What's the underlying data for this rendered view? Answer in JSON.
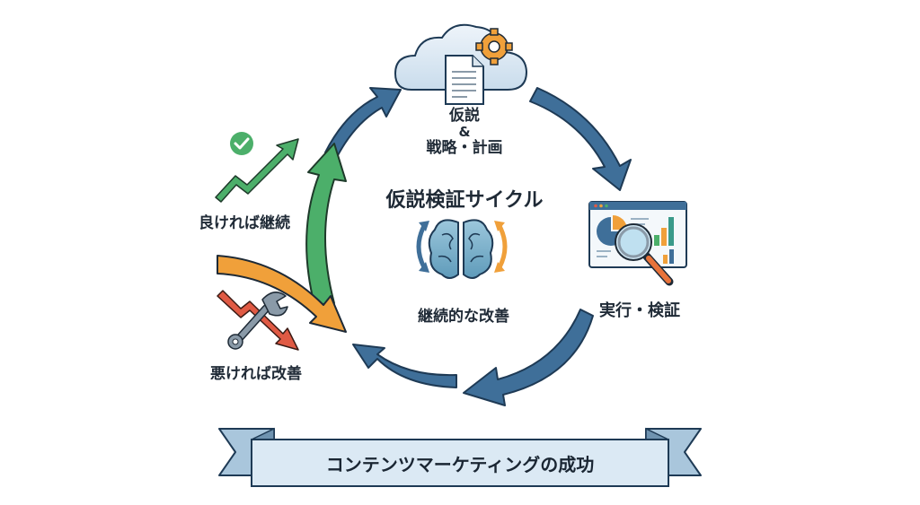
{
  "diagram": {
    "center_title": "仮説検証サイクル",
    "center_subtitle": "継続的な改善",
    "stages": [
      {
        "id": "plan",
        "line1": "仮説",
        "line2": "&",
        "line3": "戦略・計画",
        "icon": "cloud-document-gear-icon"
      },
      {
        "id": "execute",
        "label": "実行・検証",
        "icon": "dashboard-magnifier-icon"
      }
    ],
    "feedback": {
      "good_label": "良ければ継続",
      "bad_label": "悪ければ改善"
    },
    "banner": "コンテンツマーケティングの成功",
    "colors": {
      "cycle_arrow": "#3f6f99",
      "cycle_arrow_stroke": "#1e3a55",
      "good_green": "#4caf6a",
      "bad_red": "#e05a44",
      "orange": "#f0a03a",
      "banner_fill": "#dbe9f4",
      "banner_tail": "#a9c6dc"
    }
  }
}
